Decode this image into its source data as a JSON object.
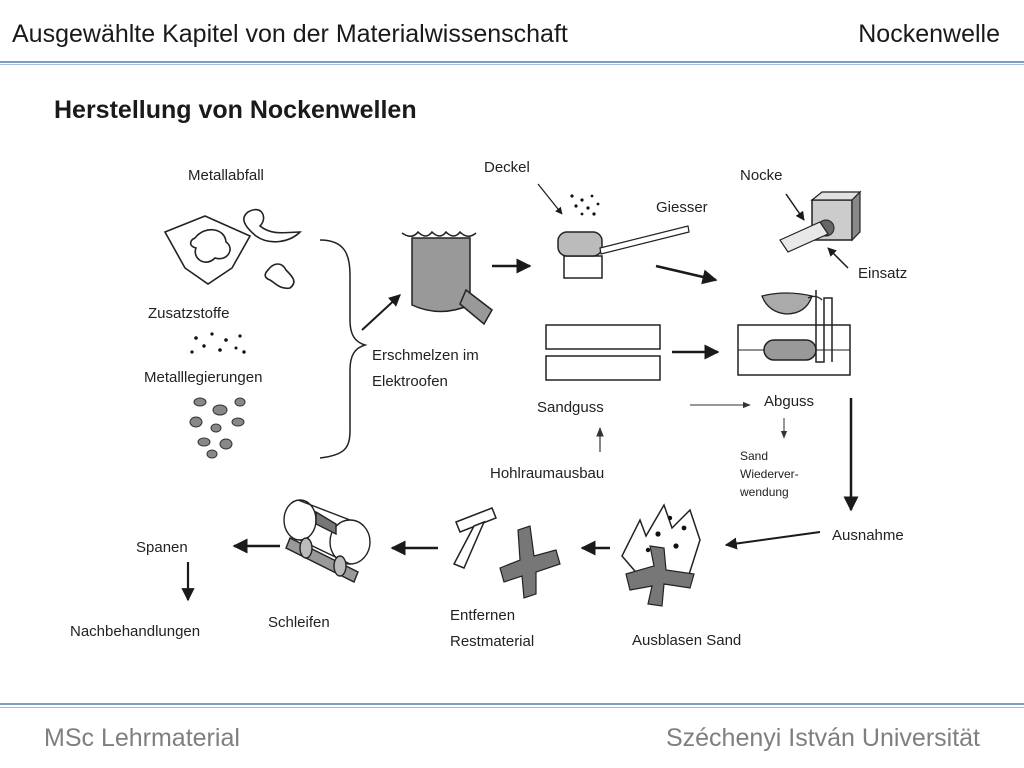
{
  "header": {
    "course": "Ausgewählte Kapitel von der Materialwissenschaft",
    "topic": "Nockenwelle"
  },
  "slide": {
    "title": "Herstellung von Nockenwellen"
  },
  "diagram": {
    "labels": {
      "metallabfall": "Metallabfall",
      "zusatzstoffe": "Zusatzstoffe",
      "metalllegierungen": "Metalllegierungen",
      "erschmelzen_1": "Erschmelzen  im",
      "erschmelzen_2": "Elektroofen",
      "deckel": "Deckel",
      "giesser": "Giesser",
      "nocke": "Nocke",
      "einsatz": "Einsatz",
      "sandguss": "Sandguss",
      "abguss": "Abguss",
      "hohlraumausbau": "Hohlraumausbau",
      "sand_1": "Sand",
      "sand_2": "Wiederver-",
      "sand_3": "wendung",
      "ausnahme": "Ausnahme",
      "ausblasen": "Ausblasen  Sand",
      "entfernen_1": "Entfernen",
      "entfernen_2": "Restmaterial",
      "schleifen": "Schleifen",
      "spanen": "Spanen",
      "nachbehandlungen": "Nachbehandlungen"
    }
  },
  "footer": {
    "left": "MSc Lehrmaterial",
    "right": "Széchenyi István Universität"
  }
}
